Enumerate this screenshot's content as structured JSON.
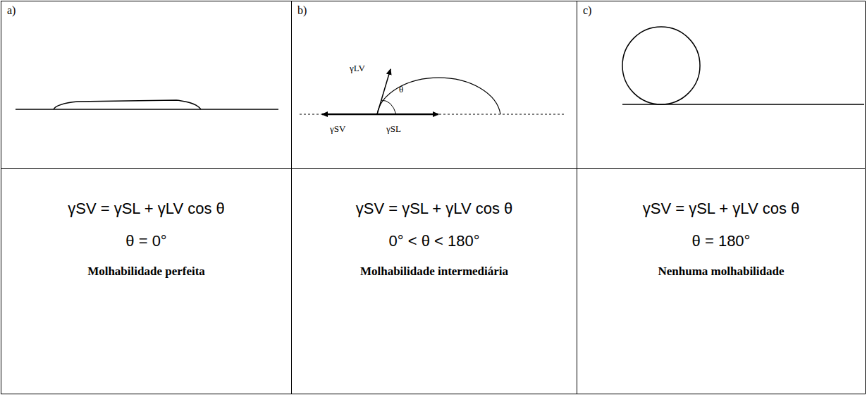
{
  "diagram": {
    "nodes": [
      {
        "text": [
          "a)"
        ]
      },
      {
        "text": [
          "b)"
        ]
      },
      {
        "text": [
          "c)"
        ]
      },
      {
        "text": [
          "γSV = γSL + γLV cos θ",
          "θ = 0°",
          "Molhabilidade perfeita"
        ]
      },
      {
        "text": [
          "γSV = γSL + γLV cos θ",
          "0° < θ < 180°",
          "Molhabilidade intermediária"
        ]
      },
      {
        "text": [
          "γSV = γSL + γLV cos θ",
          "θ = 180°",
          "Nenhuma molhabilidade"
        ]
      }
    ],
    "labels": [
      "γLV",
      "θ",
      "γSV",
      "γSL"
    ]
  }
}
